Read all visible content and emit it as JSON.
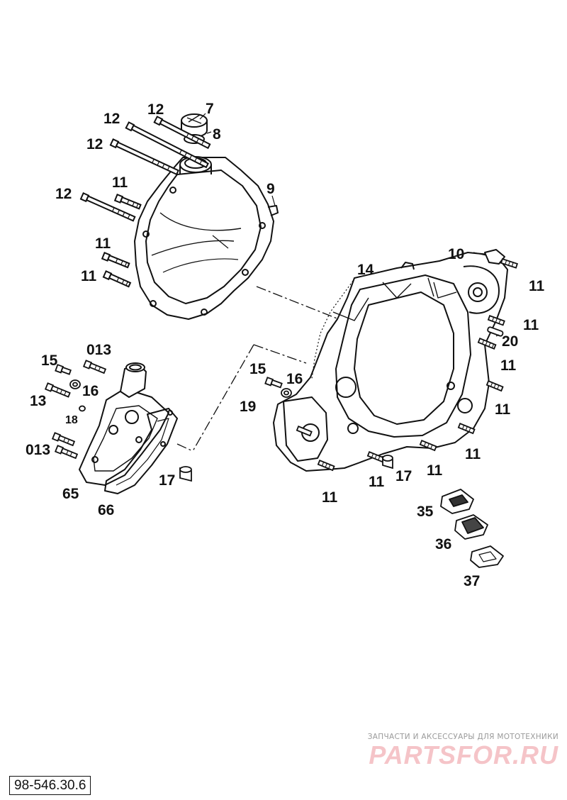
{
  "diagram": {
    "reference_code": "98-546.30.6",
    "watermark": {
      "tagline": "ЗАПЧАСТИ И АКСЕССУАРЫ ДЛЯ МОТОТЕХНИКИ",
      "brand": "PARTSFOR.RU"
    },
    "callouts": [
      {
        "id": "c-7",
        "label": "7"
      },
      {
        "id": "c-8",
        "label": "8"
      },
      {
        "id": "c-9",
        "label": "9"
      },
      {
        "id": "c-10",
        "label": "10"
      },
      {
        "id": "c-12a",
        "label": "12"
      },
      {
        "id": "c-12b",
        "label": "12"
      },
      {
        "id": "c-12c",
        "label": "12"
      },
      {
        "id": "c-12d",
        "label": "12"
      },
      {
        "id": "c-11a",
        "label": "11"
      },
      {
        "id": "c-11b",
        "label": "11"
      },
      {
        "id": "c-11c",
        "label": "11"
      },
      {
        "id": "c-14",
        "label": "14"
      },
      {
        "id": "c-11d",
        "label": "11"
      },
      {
        "id": "c-11e",
        "label": "11"
      },
      {
        "id": "c-20",
        "label": "20"
      },
      {
        "id": "c-11f",
        "label": "11"
      },
      {
        "id": "c-11g",
        "label": "11"
      },
      {
        "id": "c-11h",
        "label": "11"
      },
      {
        "id": "c-11i",
        "label": "11"
      },
      {
        "id": "c-11j",
        "label": "11"
      },
      {
        "id": "c-11k",
        "label": "11"
      },
      {
        "id": "c-15a",
        "label": "15"
      },
      {
        "id": "c-16a",
        "label": "16"
      },
      {
        "id": "c-19",
        "label": "19"
      },
      {
        "id": "c-17a",
        "label": "17"
      },
      {
        "id": "c-15b",
        "label": "15"
      },
      {
        "id": "c-013a",
        "label": "013"
      },
      {
        "id": "c-16b",
        "label": "16"
      },
      {
        "id": "c-13",
        "label": "13"
      },
      {
        "id": "c-18",
        "label": "18"
      },
      {
        "id": "c-013b",
        "label": "013"
      },
      {
        "id": "c-17b",
        "label": "17"
      },
      {
        "id": "c-65",
        "label": "65"
      },
      {
        "id": "c-66",
        "label": "66"
      },
      {
        "id": "c-35",
        "label": "35"
      },
      {
        "id": "c-36",
        "label": "36"
      },
      {
        "id": "c-37",
        "label": "37"
      }
    ]
  }
}
